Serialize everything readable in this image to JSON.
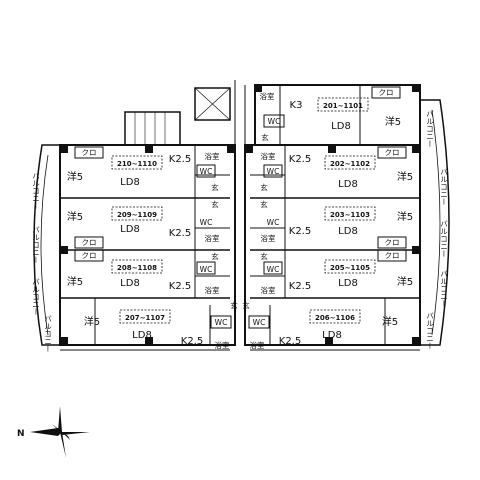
{
  "labels": {
    "western": "洋5",
    "ld": "LD8",
    "k25": "K2.5",
    "k3": "K3",
    "bath": "浴室",
    "wc": "WC",
    "entry": "玄",
    "closet": "クロ",
    "balcony": "バルコニー",
    "north": "N"
  },
  "units": {
    "u201": "201~1101",
    "u202": "202~1102",
    "u203": "203~1103",
    "u205": "205~1105",
    "u206": "206~1106",
    "u207": "207~1107",
    "u208": "208~1108",
    "u209": "209~1109",
    "u210": "210~1110"
  }
}
